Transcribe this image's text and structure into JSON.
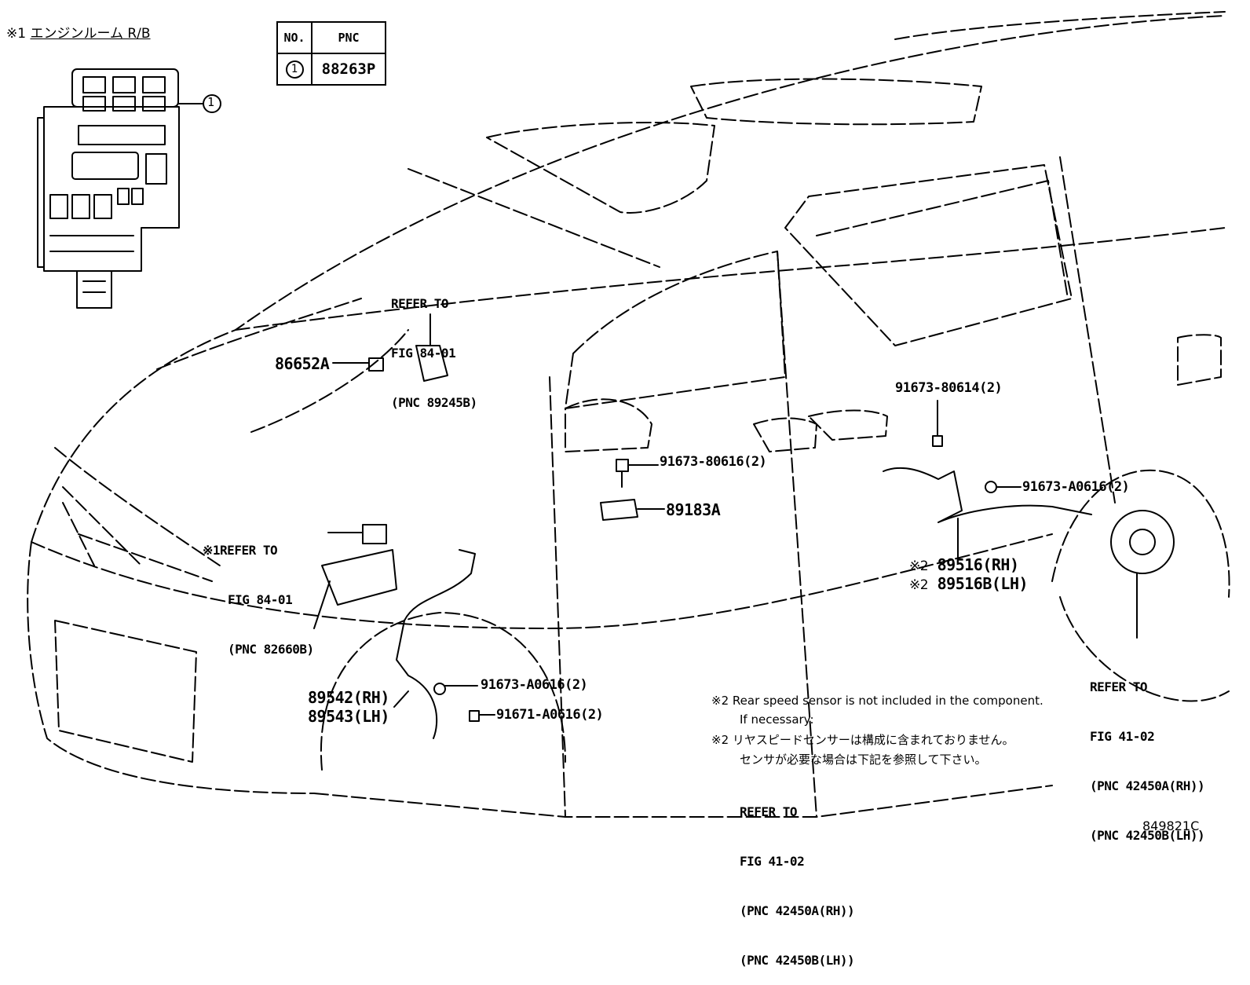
{
  "inset_title": {
    "mark": "※1",
    "text": "エンジンルーム R/B"
  },
  "inset_callout": "1",
  "pnc_table": {
    "headers": [
      "NO.",
      "PNC"
    ],
    "rows": [
      {
        "no": "1",
        "pnc": "88263P"
      }
    ]
  },
  "refs": {
    "roof": {
      "line1": "REFER TO",
      "line2": "FIG 84-01",
      "line3": "(PNC 89245B)"
    },
    "engine": {
      "mark": "※1",
      "line1": "REFER TO",
      "line2": "FIG 84-01",
      "line3": "(PNC 82660B)"
    },
    "rear_hub": {
      "line1": "REFER TO",
      "line2": "FIG 41-02",
      "line3": "(PNC 42450A(RH))",
      "line4": "(PNC 42450B(LH))"
    }
  },
  "parts": {
    "p86652A": "86652A",
    "p91673_80614": "91673-80614(2)",
    "p91673_80616": "91673-80616(2)",
    "p89183A": "89183A",
    "p91673_A0616_rear": "91673-A0616(2)",
    "p89516_rh": "89516(RH)",
    "p89516_lh": "89516B(LH)",
    "mark2": "※2",
    "p91673_A0616_front": "91673-A0616(2)",
    "p89542": "89542(RH)",
    "p89543": "89543(LH)",
    "p91671_A0616": "91671-A0616(2)"
  },
  "notes": {
    "en_mark": "※2",
    "en_line1": "Rear speed sensor is not included in the component.",
    "en_line2": "If necessary:",
    "jp_mark": "※2",
    "jp_line1": "リヤスピードセンサーは構成に含まれておりません。",
    "jp_line2": "センサが必要な場合は下記を参照して下さい。",
    "ref_line1": "REFER TO",
    "ref_line2": "FIG 41-02",
    "ref_line3": "(PNC 42450A(RH))",
    "ref_line4": "(PNC 42450B(LH))"
  },
  "figure_id": "849821C"
}
